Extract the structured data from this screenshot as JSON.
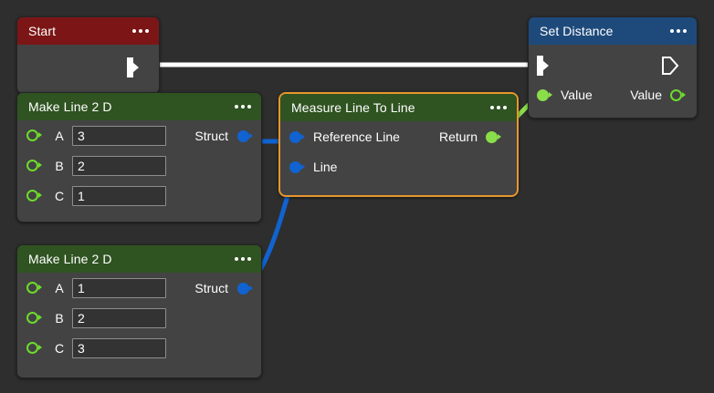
{
  "canvas": {
    "background": "#2e2e2e",
    "node_body_color": "#434343",
    "selection_color": "#e8962c"
  },
  "nodes": [
    {
      "id": "start",
      "title": "Start",
      "header_color": "#7c1616",
      "menu_icon": "ellipsis-icon",
      "exec_out": "exec-out-arrow",
      "selected": false
    },
    {
      "id": "set-distance",
      "title": "Set Distance",
      "header_color": "#1e4a7b",
      "menu_icon": "ellipsis-icon",
      "exec_in": "exec-in-arrow",
      "exec_out": "exec-out-arrow",
      "input_pin_label": "Value",
      "output_pin_label": "Value",
      "selected": false
    },
    {
      "id": "make-line-2d-top",
      "title": "Make Line 2 D",
      "header_color": "#2f5321",
      "menu_icon": "ellipsis-icon",
      "output_label": "Struct",
      "args": [
        {
          "label": "A",
          "value": "3"
        },
        {
          "label": "B",
          "value": "2"
        },
        {
          "label": "C",
          "value": "1"
        }
      ],
      "selected": false
    },
    {
      "id": "measure-line-to-line",
      "title": "Measure Line To Line",
      "header_color": "#2f5321",
      "menu_icon": "ellipsis-icon",
      "inputs": [
        "Reference Line",
        "Line"
      ],
      "output_label": "Return",
      "selected": true
    },
    {
      "id": "make-line-2d-bottom",
      "title": "Make Line 2 D",
      "header_color": "#2f5321",
      "menu_icon": "ellipsis-icon",
      "output_label": "Struct",
      "args": [
        {
          "label": "A",
          "value": "1"
        },
        {
          "label": "B",
          "value": "2"
        },
        {
          "label": "C",
          "value": "3"
        }
      ],
      "selected": false
    }
  ],
  "wires": [
    {
      "id": "exec-wire-start-to-set-distance",
      "color": "#ffffff"
    },
    {
      "id": "data-wire-struct-to-reference-line",
      "color": "#1063d0"
    },
    {
      "id": "data-wire-struct-to-line",
      "color": "#1063d0"
    },
    {
      "id": "data-wire-return-to-value",
      "color": "#8ade4a"
    }
  ]
}
